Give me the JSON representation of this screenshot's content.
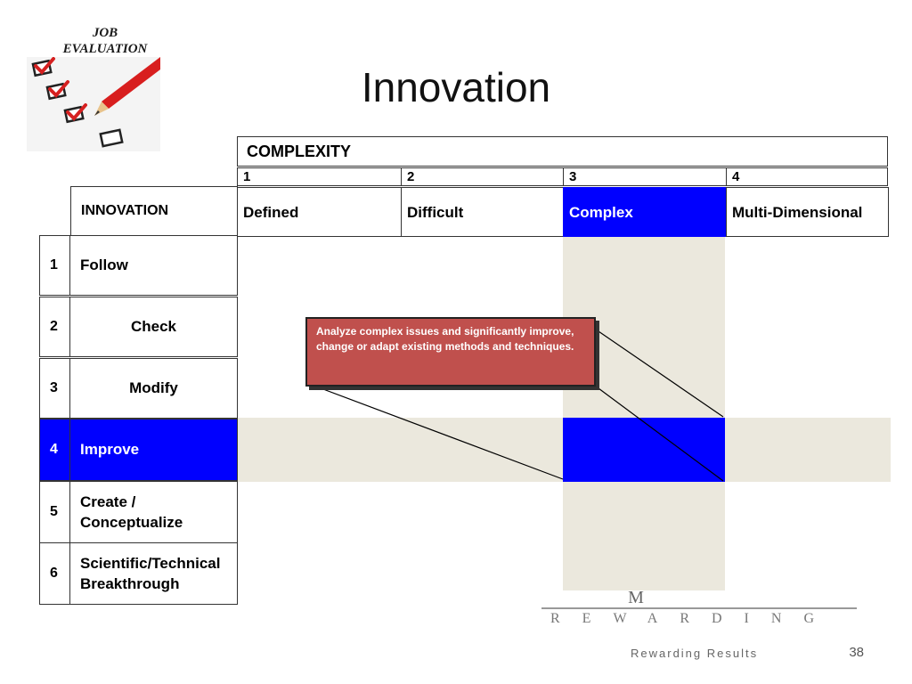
{
  "slide": {
    "title": "Innovation",
    "page_number": "38",
    "logo_text": [
      "JOB",
      "EVALUATION"
    ]
  },
  "complexity": {
    "header": "COMPLEXITY",
    "levels": [
      {
        "num": "1",
        "label": "Defined"
      },
      {
        "num": "2",
        "label": "Difficult"
      },
      {
        "num": "3",
        "label": "Complex"
      },
      {
        "num": "4",
        "label": "Multi-Dimensional"
      }
    ],
    "active_level": "3"
  },
  "innovation": {
    "header": "INNOVATION",
    "rows": [
      {
        "num": "1",
        "label": "Follow"
      },
      {
        "num": "2",
        "label": "Check"
      },
      {
        "num": "3",
        "label": "Modify"
      },
      {
        "num": "4",
        "label": "Improve"
      },
      {
        "num": "5",
        "label": "Create / Conceptualize"
      },
      {
        "num": "6",
        "label": "Scientific/Technical Breakthrough"
      }
    ],
    "active_row": "4"
  },
  "callout": {
    "text": "Analyze complex issues and significantly improve, change or adapt existing methods and techniques."
  },
  "brand": {
    "mark": "M",
    "word": "REWARDING",
    "tagline": "Rewarding Results"
  },
  "colors": {
    "highlight": "#0000ff",
    "band": "#ebe8dd",
    "callout": "#c0504d"
  }
}
